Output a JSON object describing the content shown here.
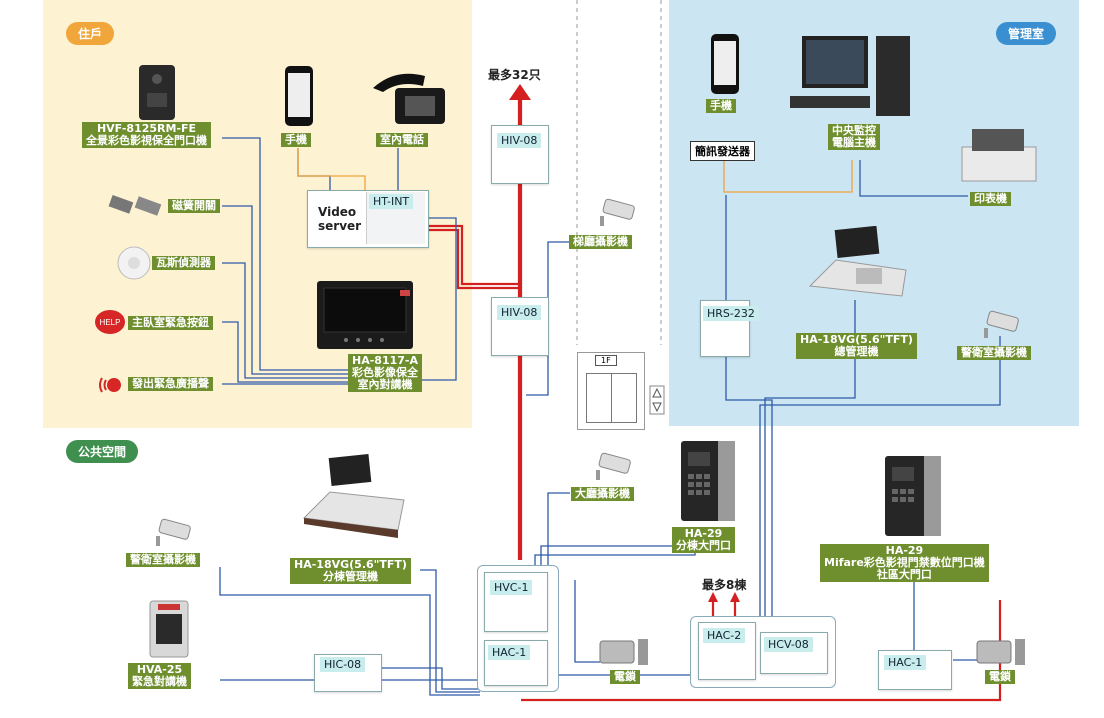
{
  "zones": {
    "resident": "住戶",
    "public": "公共空間",
    "management": "管理室"
  },
  "labels": {
    "hvf": [
      "HVF-8125RM-FE",
      "全景彩色影視保全門口機"
    ],
    "mobile_res": "手機",
    "phone_res": "室內電話",
    "magnetic": "磁簧開關",
    "gas": "瓦斯偵測器",
    "emergency_btn": "主臥室緊急按鈕",
    "emergency_bc": "發出緊急廣播聲",
    "ha8117": [
      "HA-8117-A",
      "彩色影像保全",
      "室內對講機"
    ],
    "elevator_cam": "梯廳攝影機",
    "lobby_cam": "大廳攝影機",
    "guard_cam_pub": "警衛室攝影機",
    "ha18_pub": [
      "HA-18VG(5.6\"TFT)",
      "分棟管理機"
    ],
    "hva25": [
      "HVA-25",
      "緊急對講機"
    ],
    "ha29_bldg": [
      "HA-29",
      "分棟大門口"
    ],
    "lock1": "電鎖",
    "lock2": "電鎖",
    "ha29_comm": [
      "HA-29",
      "Mifare彩色影視門禁數位門口機",
      "社區大門口"
    ],
    "mobile_mgmt": "手機",
    "sms": "簡訊發送器",
    "pc": [
      "中央監控",
      "電腦主機"
    ],
    "printer": "印表機",
    "ha18_mgmt": [
      "HA-18VG(5.6\"TFT)",
      "總管理機"
    ],
    "guard_cam_mgmt": "警衛室攝影機"
  },
  "boxes": {
    "video_server": "Video\nserver",
    "ht_int": "HT-INT",
    "hiv_top": "HIV-08",
    "hiv_mid": "HIV-08",
    "hrs": "HRS-232",
    "hvc": "HVC-1",
    "hac1_pub": "HAC-1",
    "hic": "HIC-08",
    "hac2": "HAC-2",
    "hcv": "HCV-08",
    "hac1_comm": "HAC-1"
  },
  "notes": {
    "max32": "最多32只",
    "max8": "最多8棟",
    "floor": "1F"
  },
  "colors": {
    "red_wire": "#d42020",
    "blue_wire": "#2f5aa8",
    "orange_wire": "#f0a33b",
    "label_green": "#6f8f2f"
  }
}
